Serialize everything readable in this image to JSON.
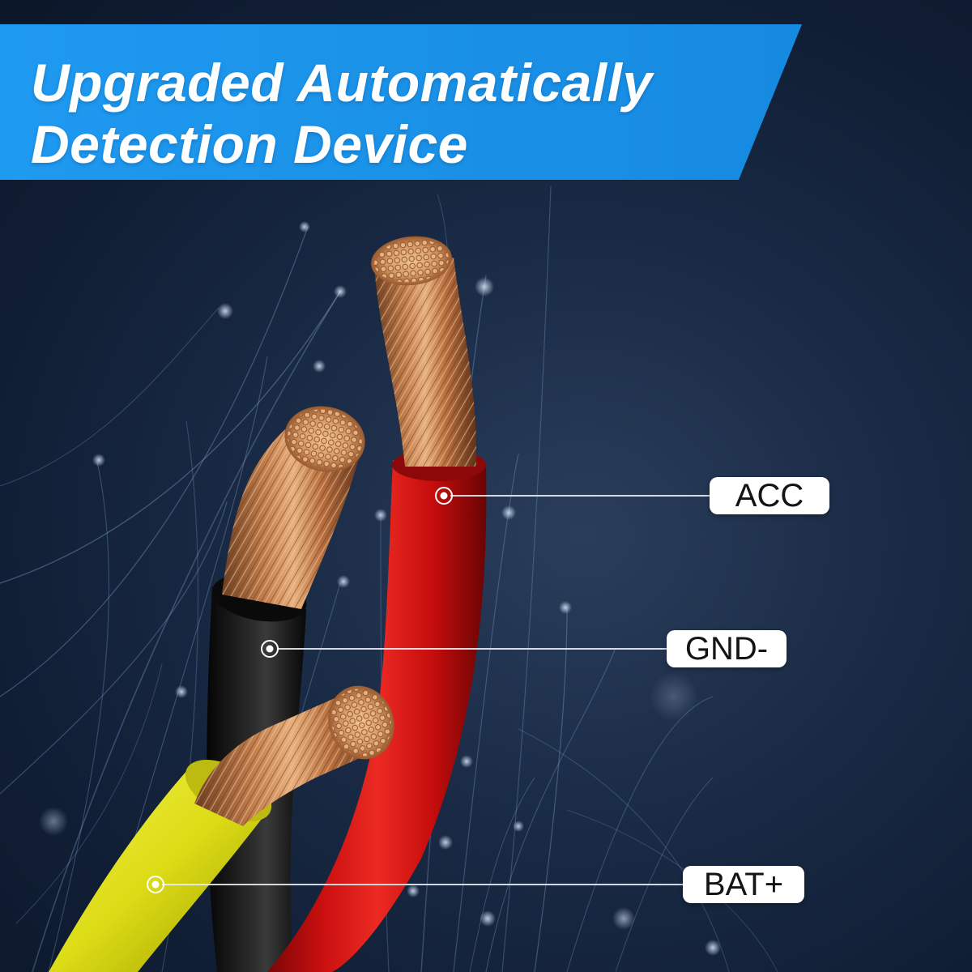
{
  "banner": {
    "line1": "Upgraded Automatically",
    "line2": "Detection Device",
    "color": "#1b94e8"
  },
  "wires": [
    {
      "id": "acc",
      "label": "ACC",
      "insulation_color": "#d41616"
    },
    {
      "id": "gnd",
      "label": "GND-",
      "insulation_color": "#1a1a1a"
    },
    {
      "id": "bat",
      "label": "BAT+",
      "insulation_color": "#e3e21e"
    }
  ],
  "colors": {
    "background": "#15243d",
    "copper": "#c88454",
    "fiber": "#8fb6e6"
  }
}
